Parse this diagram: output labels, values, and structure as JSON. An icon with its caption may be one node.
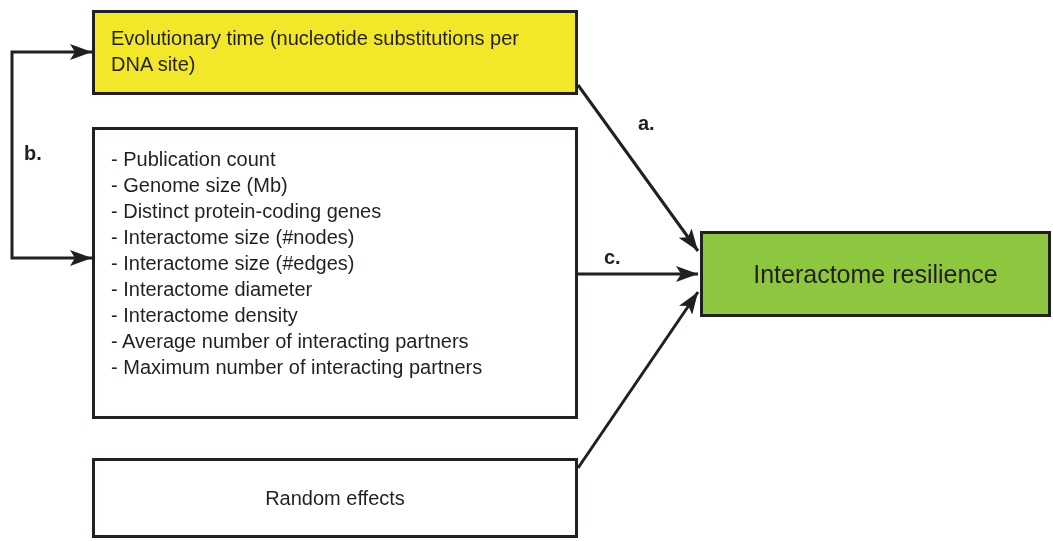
{
  "diagram": {
    "nodes": [
      {
        "text": [
          "Evolutionary time (nucleotide substitutions per DNA site)"
        ]
      },
      {
        "text": [
          "- Publication count",
          "- Genome size (Mb)",
          "- Distinct protein-coding genes",
          "- Interactome size (#nodes)",
          "- Interactome size (#edges)",
          "- Interactome diameter",
          "- Interactome density",
          "- Average number of interacting partners",
          "- Maximum number of interacting partners"
        ]
      },
      {
        "text": [
          "Random effects"
        ]
      },
      {
        "text": [
          "Interactome resilience"
        ]
      }
    ],
    "edges": [
      {
        "from": 0,
        "to": 3,
        "arrow": "to",
        "label": "a."
      },
      {
        "from": 0,
        "to": 1,
        "arrow": "both",
        "label": "b."
      },
      {
        "from": 1,
        "to": 3,
        "arrow": "to",
        "label": "c."
      },
      {
        "from": 2,
        "to": 3,
        "arrow": "to"
      }
    ]
  }
}
